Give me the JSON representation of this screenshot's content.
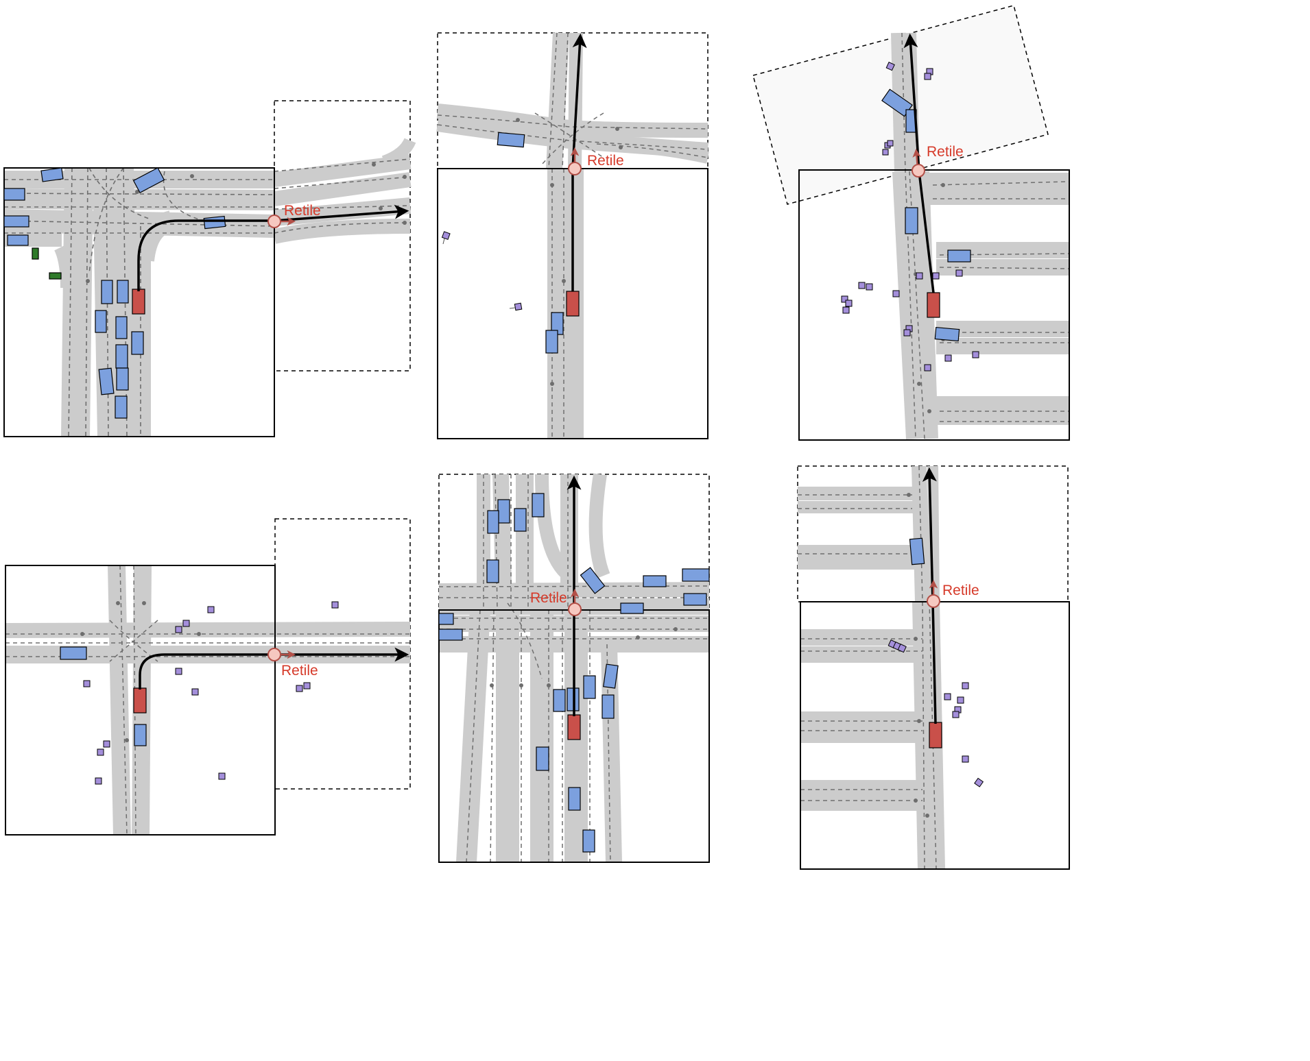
{
  "retile_label": "Retile",
  "colors": {
    "road": "#cccccc",
    "lane_line": "#6e6e6e",
    "ego_vehicle": "#c9504a",
    "other_vehicle": "#7ca0de",
    "parked_vehicle": "#2f7a2a",
    "pedestrian": "#a48fdb",
    "retile_point": "#f6c8c0",
    "retile_arrow": "#b35048",
    "path": "#000000"
  },
  "scenes": [
    {
      "id": "left-turn-top",
      "row": 1,
      "col": 1
    },
    {
      "id": "straight-top",
      "row": 1,
      "col": 2
    },
    {
      "id": "straight-rotated-tile",
      "row": 1,
      "col": 3
    },
    {
      "id": "left-turn-bottom",
      "row": 2,
      "col": 1
    },
    {
      "id": "straight-intersection-bottom",
      "row": 2,
      "col": 2
    },
    {
      "id": "straight-bottom",
      "row": 2,
      "col": 3
    }
  ]
}
